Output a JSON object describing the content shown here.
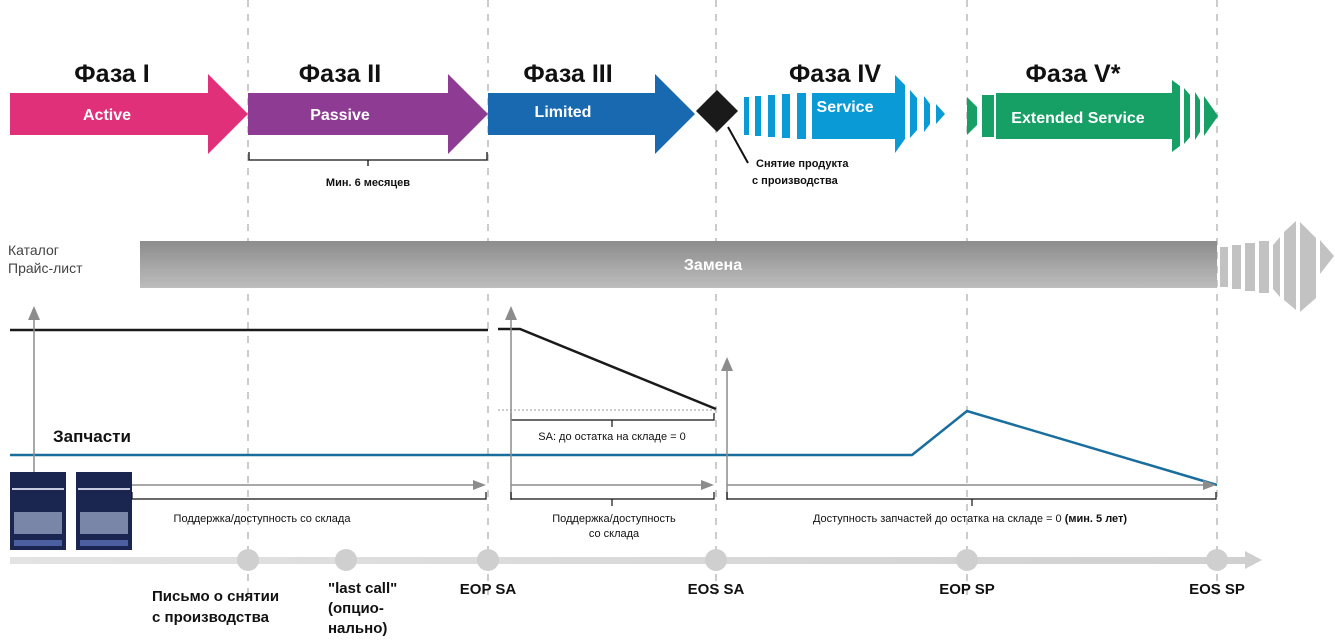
{
  "phases": [
    {
      "title": "Фаза I",
      "label": "Active",
      "color": "#e0307a"
    },
    {
      "title": "Фаза II",
      "label": "Passive",
      "color": "#8e3b93"
    },
    {
      "title": "Фаза III",
      "label": "Limited",
      "color": "#1869b0"
    },
    {
      "title": "Фаза IV",
      "label": "Service",
      "color": "#0a9ad6"
    },
    {
      "title": "Фаза V*",
      "label": "Extended Service",
      "color": "#16a065"
    }
  ],
  "min_six_months": "Мин. 6 месяцев",
  "discontinuation": [
    "Снятие продукта",
    "с производства"
  ],
  "catalog": [
    "Каталог",
    "Прайс-лист"
  ],
  "replacement": "Замена",
  "spare_parts": "Запчасти",
  "sa_stock": "SA: до остатка на складе = 0",
  "support_stock": "Поддержка/доступность со склада",
  "support_stock_2": [
    "Поддержка/доступность",
    "со склада"
  ],
  "parts_availability": "Доступность запчастей до остатка на складе = 0",
  "parts_availability_bold": "(мин. 5 лет)",
  "milestones": {
    "letter": [
      "Письмо о снятии",
      "с производства"
    ],
    "last_call": [
      "\"last call\"",
      "(опцио-",
      "нально)"
    ],
    "eop_sa": "EOP SA",
    "eos_sa": "EOS SA",
    "eop_sp": "EOP SP",
    "eos_sp": "EOS SP"
  }
}
